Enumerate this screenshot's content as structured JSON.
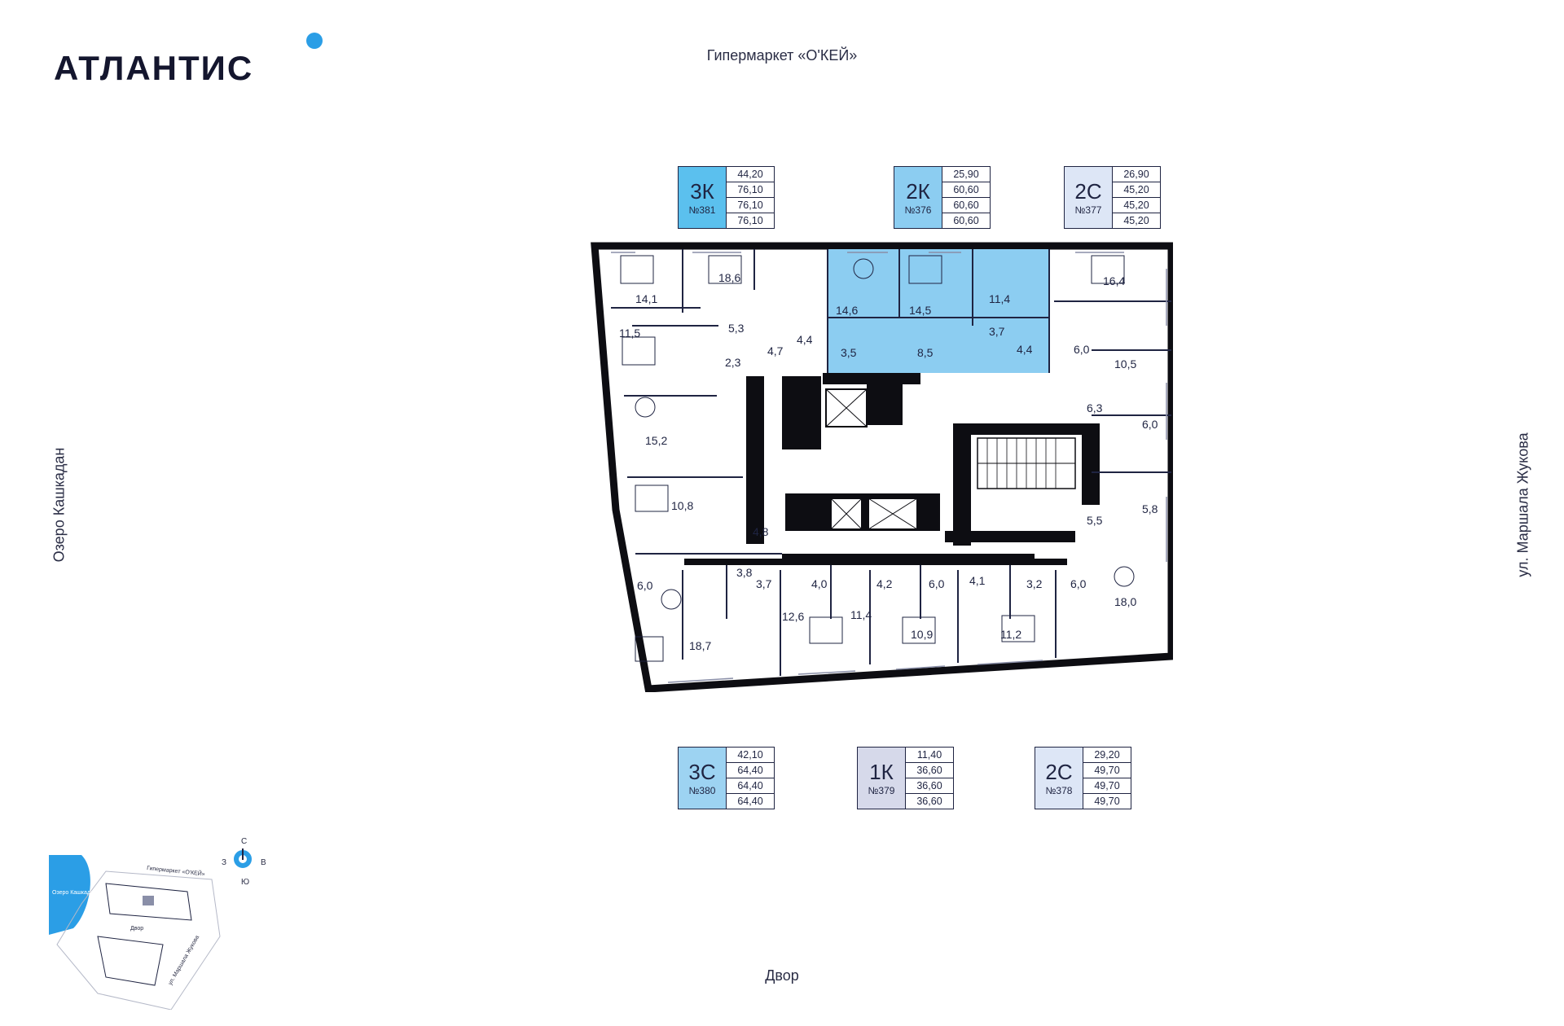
{
  "brand": {
    "name": "АТЛАНТИС"
  },
  "labels": {
    "north": "Гипермаркет «О'КЕЙ»",
    "south": "Двор",
    "west": "Озеро Кашкадан",
    "east": "ул. Маршала Жукова"
  },
  "apartments_top": [
    {
      "type": "3К",
      "number": "№381",
      "areas": [
        "44,20",
        "76,10",
        "76,10",
        "76,10"
      ],
      "color": "#5bc0ee"
    },
    {
      "type": "2К",
      "number": "№376",
      "areas": [
        "25,90",
        "60,60",
        "60,60",
        "60,60"
      ],
      "color": "#8ccdf1"
    },
    {
      "type": "2С",
      "number": "№377",
      "areas": [
        "26,90",
        "45,20",
        "45,20",
        "45,20"
      ],
      "color": "#dde6f6"
    }
  ],
  "apartments_bottom": [
    {
      "type": "3С",
      "number": "№380",
      "areas": [
        "42,10",
        "64,40",
        "64,40",
        "64,40"
      ],
      "color": "#9dd3f2"
    },
    {
      "type": "1К",
      "number": "№379",
      "areas": [
        "11,40",
        "36,60",
        "36,60",
        "36,60"
      ],
      "color": "#d6d9ea"
    },
    {
      "type": "2С",
      "number": "№378",
      "areas": [
        "29,20",
        "49,70",
        "49,70",
        "49,70"
      ],
      "color": "#dde6f6"
    }
  ],
  "rooms": {
    "r1": "14,1",
    "r2": "18,6",
    "r3": "14,6",
    "r4": "14,5",
    "r5": "11,4",
    "r6": "16,4",
    "r7": "11,5",
    "r8": "5,3",
    "r9": "4,4",
    "r10": "3,7",
    "r11": "2,3",
    "r12": "4,7",
    "r13": "3,5",
    "r14": "8,5",
    "r15": "4,4",
    "r16": "6,0",
    "r17": "10,5",
    "r18": "15,2",
    "r19": "6,3",
    "r20": "6,0",
    "r21": "10,8",
    "r22": "5,8",
    "r23": "4,8",
    "r24": "5,5",
    "r25": "6,0",
    "r26": "3,8",
    "r27": "3,7",
    "r28": "4,0",
    "r29": "4,2",
    "r30": "6,0",
    "r31": "4,1",
    "r32": "3,2",
    "r33": "6,0",
    "r34": "18,0",
    "r35": "12,6",
    "r36": "11,4",
    "r37": "10,9",
    "r38": "11,2",
    "r39": "18,7"
  },
  "minimap": {
    "lake": "Озеро Кашкадан",
    "market": "Гипермаркет «О'КЕЙ»",
    "yard": "Двор",
    "street": "ул. Маршала Жукова"
  },
  "compass": {
    "n": "С",
    "s": "Ю",
    "w": "З",
    "e": "В"
  },
  "colors": {
    "accent": "#2b9ee6",
    "highlight": "#8ccdf1",
    "wall": "#0d0d12"
  }
}
